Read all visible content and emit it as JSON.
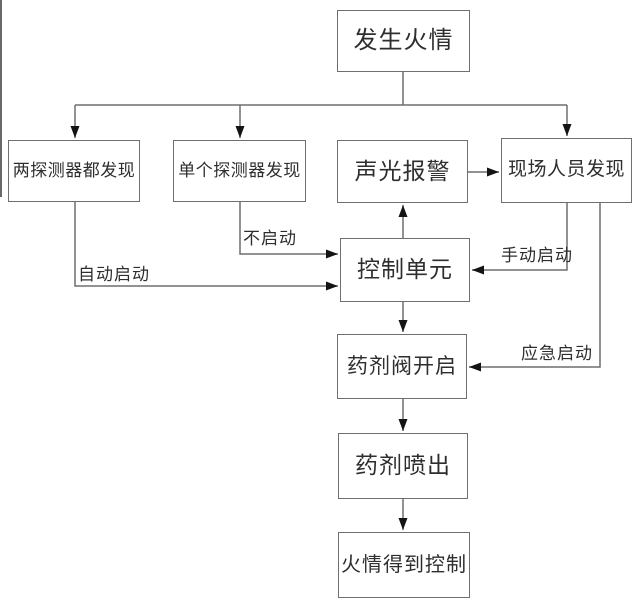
{
  "diagram": {
    "type": "flowchart",
    "language": "zh-CN",
    "nodes": [
      {
        "id": "fire-occurs",
        "label": "发生火情"
      },
      {
        "id": "both-detectors",
        "label": "两探测器都发现"
      },
      {
        "id": "single-detector",
        "label": "单个探测器发现"
      },
      {
        "id": "alarm",
        "label": "声光报警"
      },
      {
        "id": "personnel",
        "label": "现场人员发现"
      },
      {
        "id": "control-unit",
        "label": "控制单元"
      },
      {
        "id": "valve-open",
        "label": "药剂阀开启"
      },
      {
        "id": "agent-spray",
        "label": "药剂喷出"
      },
      {
        "id": "fire-controlled",
        "label": "火情得到控制"
      }
    ],
    "edge_labels": [
      {
        "id": "auto-start",
        "label": "自动启动"
      },
      {
        "id": "no-start",
        "label": "不启动"
      },
      {
        "id": "manual-start",
        "label": "手动启动"
      },
      {
        "id": "emergency-start",
        "label": "应急启动"
      }
    ],
    "edges": [
      {
        "from": "发生火情",
        "to": "两探测器都发现"
      },
      {
        "from": "发生火情",
        "to": "单个探测器发现"
      },
      {
        "from": "发生火情",
        "to": "现场人员发现"
      },
      {
        "from": "两探测器都发现",
        "to": "控制单元",
        "label": "自动启动"
      },
      {
        "from": "单个探测器发现",
        "to": "控制单元",
        "label": "不启动"
      },
      {
        "from": "现场人员发现",
        "to": "控制单元",
        "label": "手动启动"
      },
      {
        "from": "现场人员发现",
        "to": "药剂阀开启",
        "label": "应急启动"
      },
      {
        "from": "控制单元",
        "to": "声光报警"
      },
      {
        "from": "声光报警",
        "to": "现场人员发现"
      },
      {
        "from": "控制单元",
        "to": "药剂阀开启"
      },
      {
        "from": "药剂阀开启",
        "to": "药剂喷出"
      },
      {
        "from": "药剂喷出",
        "to": "火情得到控制"
      }
    ],
    "colors": {
      "background": "#ffffff",
      "line": "#6f6f6f",
      "arrowhead": "#141414",
      "text": "#2e2e2e",
      "box_border": "#6f6f6f"
    }
  }
}
